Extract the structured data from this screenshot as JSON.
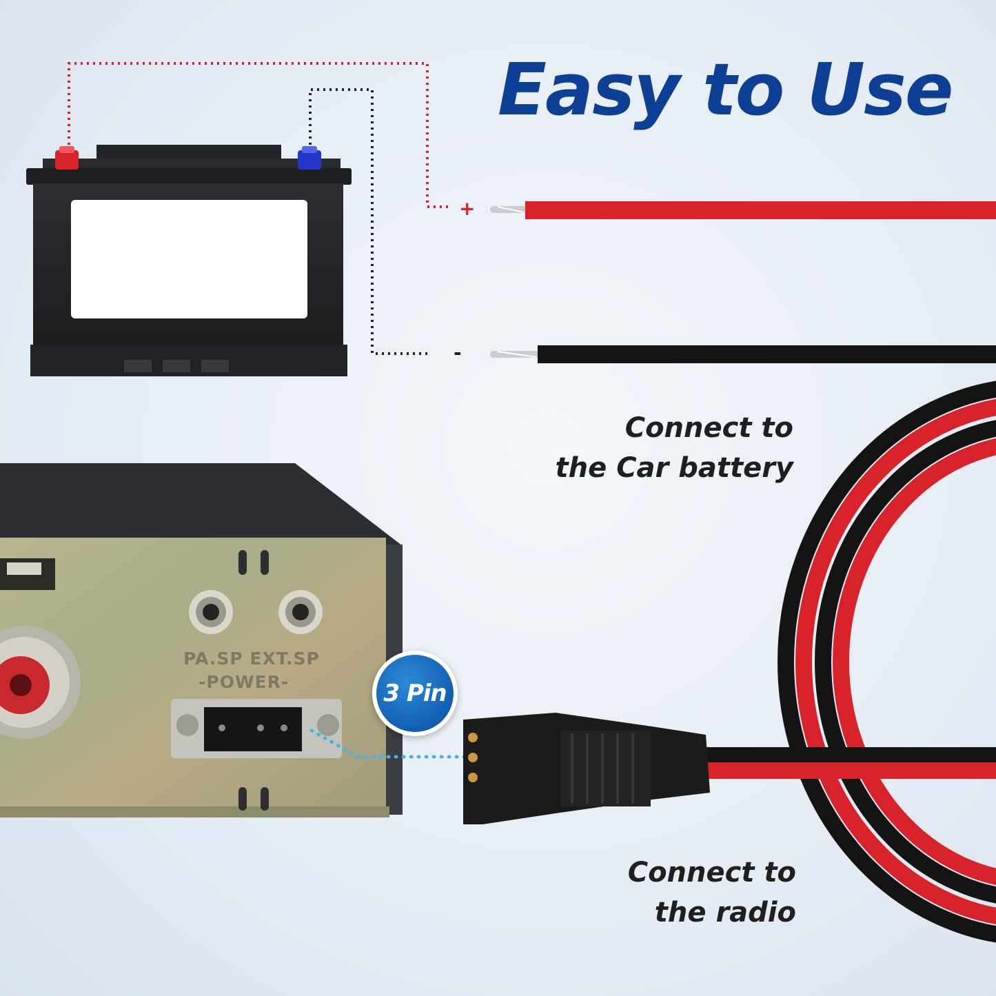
{
  "headline": "Easy to Use",
  "wire_signs": {
    "positive": "+",
    "negative": "-"
  },
  "captions": {
    "battery": {
      "line1": "Connect to",
      "line2": "the Car battery"
    },
    "radio": {
      "line1": "Connect to",
      "line2": "the radio"
    }
  },
  "badge": {
    "label": "3 Pin"
  },
  "radio_panel": {
    "port_label_1": "PA.SP EXT.SP",
    "port_label_2": "-POWER-"
  },
  "colors": {
    "headline": "#0d3f94",
    "positive_wire": "#d8232a",
    "negative_wire": "#141414",
    "badge": "#1565b8"
  }
}
